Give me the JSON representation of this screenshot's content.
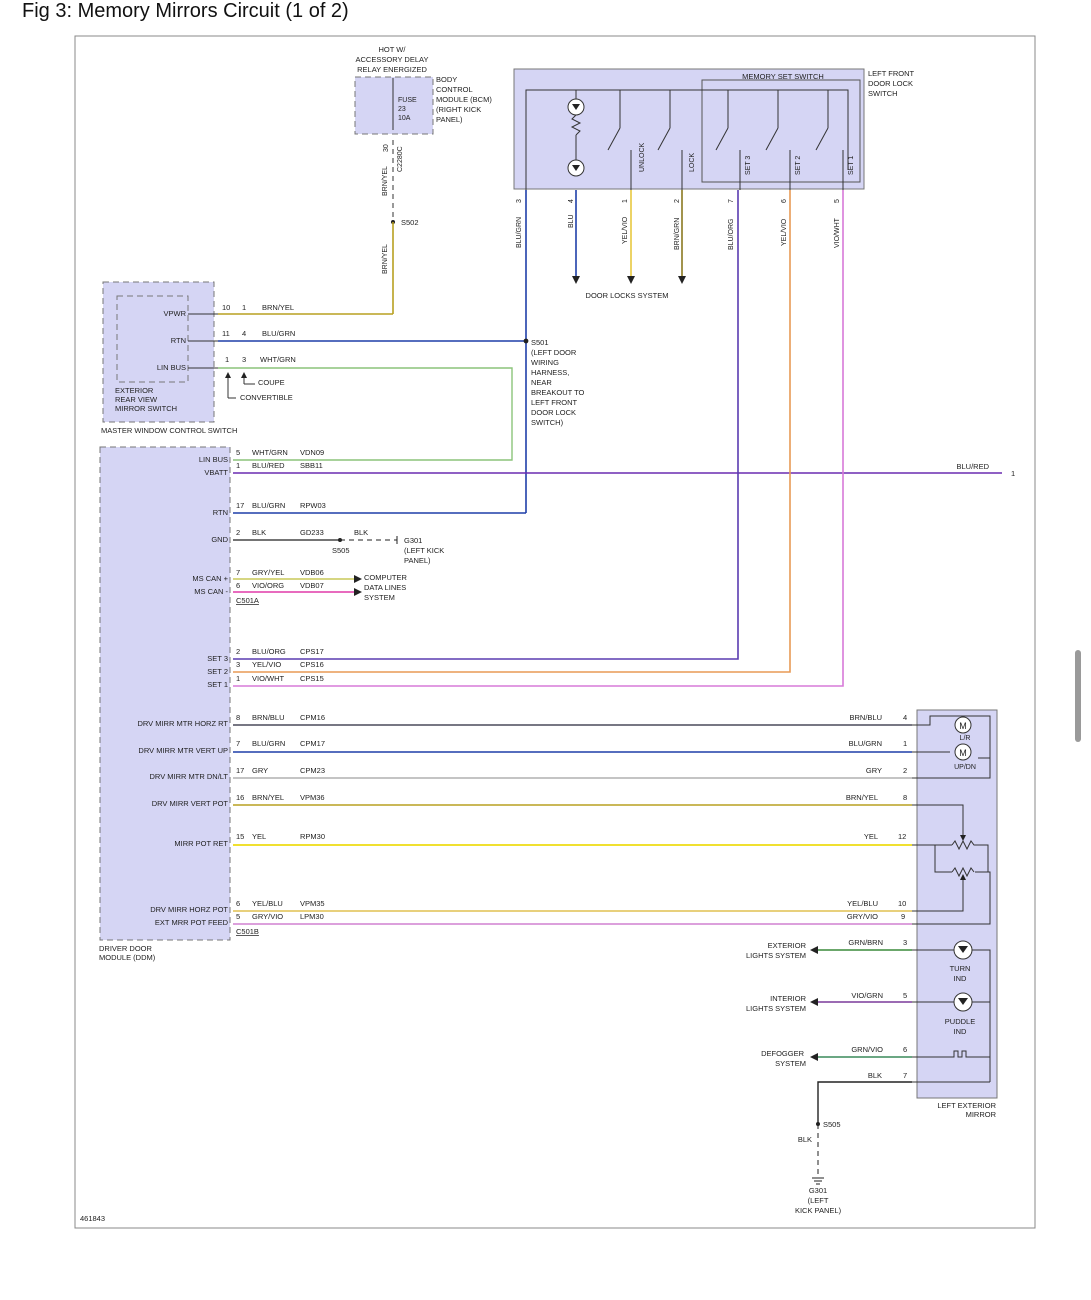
{
  "title": "Fig 3: Memory Mirrors Circuit (1 of 2)",
  "figure_number": "461843",
  "bcm": {
    "hot_label": [
      "HOT W/",
      "ACCESSORY DELAY",
      "RELAY ENERGIZED"
    ],
    "fuse": [
      "FUSE",
      "23",
      "10A"
    ],
    "module_label": [
      "BODY",
      "CONTROL",
      "MODULE (BCM)",
      "(RIGHT KICK",
      "PANEL)"
    ],
    "pin": "30",
    "connector": "C2280C",
    "wire": "BRN/YEL",
    "splice": "S502"
  },
  "door_lock_switch": {
    "title": [
      "LEFT FRONT",
      "DOOR LOCK",
      "SWITCH"
    ],
    "memory_set_label": "MEMORY SET SWITCH",
    "internal_labels": [
      "UNLOCK",
      "LOCK",
      "SET 3",
      "SET 2",
      "SET 1"
    ],
    "pins": [
      {
        "pin": "3",
        "wire": "BLU/GRN"
      },
      {
        "pin": "4",
        "wire": "BLU"
      },
      {
        "pin": "1",
        "wire": "YEL/VIO"
      },
      {
        "pin": "2",
        "wire": "BRN/GRN"
      },
      {
        "pin": "7",
        "wire": "BLU/ORG"
      },
      {
        "pin": "6",
        "wire": "YEL/VIO"
      },
      {
        "pin": "5",
        "wire": "VIO/WHT"
      }
    ],
    "door_locks_system": "DOOR LOCKS SYSTEM"
  },
  "master_window_switch": {
    "title": "MASTER WINDOW CONTROL SWITCH",
    "sub_label": [
      "EXTERIOR",
      "REAR VIEW",
      "MIRROR SWITCH"
    ],
    "rows": [
      {
        "label": "VPWR",
        "pin_a": "10",
        "pin_b": "1",
        "wire": "BRN/YEL"
      },
      {
        "label": "RTN",
        "pin_a": "11",
        "pin_b": "4",
        "wire": "BLU/GRN"
      },
      {
        "label": "LIN BUS",
        "pin_a": "1",
        "pin_b": "3",
        "wire": "WHT/GRN"
      }
    ],
    "coupe": "COUPE",
    "convertible": "CONVERTIBLE"
  },
  "splice_s501": [
    "S501",
    "(LEFT DOOR",
    "WIRING",
    "HARNESS,",
    "NEAR",
    "BREAKOUT TO",
    "LEFT FRONT",
    "DOOR LOCK",
    "SWITCH)"
  ],
  "ddm": {
    "title": [
      "DRIVER DOOR",
      "MODULE (DDM)"
    ],
    "connector_a": "C501A",
    "connector_b": "C501B",
    "rows_a": [
      {
        "label": "LIN BUS",
        "pin": "5",
        "wire": "WHT/GRN",
        "circuit": "VDN09"
      },
      {
        "label": "VBATT",
        "pin": "1",
        "wire": "BLU/RED",
        "circuit": "SBB11"
      },
      {
        "label": "RTN",
        "pin": "17",
        "wire": "BLU/GRN",
        "circuit": "RPW03"
      },
      {
        "label": "GND",
        "pin": "2",
        "wire": "BLK",
        "circuit": "GD233"
      },
      {
        "label": "MS CAN +",
        "pin": "7",
        "wire": "GRY/YEL",
        "circuit": "VDB06"
      },
      {
        "label": "MS CAN -",
        "pin": "6",
        "wire": "VIO/ORG",
        "circuit": "VDB07"
      },
      {
        "label": "SET 3",
        "pin": "2",
        "wire": "BLU/ORG",
        "circuit": "CPS17"
      },
      {
        "label": "SET 2",
        "pin": "3",
        "wire": "YEL/VIO",
        "circuit": "CPS16"
      },
      {
        "label": "SET 1",
        "pin": "1",
        "wire": "VIO/WHT",
        "circuit": "CPS15"
      }
    ],
    "rows_b": [
      {
        "label": "DRV MIRR MTR HORZ RT",
        "pin": "8",
        "wire": "BRN/BLU",
        "circuit": "CPM16",
        "mirror_pin": "4"
      },
      {
        "label": "DRV MIRR MTR VERT UP",
        "pin": "7",
        "wire": "BLU/GRN",
        "circuit": "CPM17",
        "mirror_pin": "1"
      },
      {
        "label": "DRV MIRR MTR DN/LT",
        "pin": "17",
        "wire": "GRY",
        "circuit": "CPM23",
        "mirror_pin": "2"
      },
      {
        "label": "DRV MIRR VERT POT",
        "pin": "16",
        "wire": "BRN/YEL",
        "circuit": "VPM36",
        "mirror_pin": "8"
      },
      {
        "label": "MIRR POT RET",
        "pin": "15",
        "wire": "YEL",
        "circuit": "RPM30",
        "mirror_pin": "12"
      },
      {
        "label": "DRV MIRR HORZ POT",
        "pin": "6",
        "wire": "YEL/BLU",
        "circuit": "VPM35",
        "mirror_pin": "10"
      },
      {
        "label": "EXT MRR POT FEED",
        "pin": "5",
        "wire": "GRY/VIO",
        "circuit": "LPM30",
        "mirror_pin": "9"
      }
    ],
    "gnd_splice": "S505",
    "gnd_wire": "BLK",
    "gnd_point": [
      "G301",
      "(LEFT KICK",
      "PANEL)"
    ],
    "computer_data": [
      "COMPUTER",
      "DATA LINES",
      "SYSTEM"
    ],
    "vbatt_wire": "BLU/RED",
    "vbatt_ref": "1"
  },
  "left_mirror": {
    "title": [
      "LEFT EXTERIOR",
      "MIRROR"
    ],
    "motor_labels": [
      "L/R",
      "UP/DN"
    ],
    "turn_ind": [
      "TURN",
      "IND"
    ],
    "puddle_ind": [
      "PUDDLE",
      "IND"
    ],
    "outputs": [
      {
        "system": [
          "EXTERIOR",
          "LIGHTS SYSTEM"
        ],
        "wire": "GRN/BRN",
        "pin": "3"
      },
      {
        "system": [
          "INTERIOR",
          "LIGHTS SYSTEM"
        ],
        "wire": "VIO/GRN",
        "pin": "5"
      },
      {
        "system": [
          "DEFOGGER",
          "SYSTEM"
        ],
        "wire": "GRN/VIO",
        "pin": "6"
      }
    ],
    "ground": {
      "wire": "BLK",
      "pin": "7",
      "splice": "S505",
      "wire2": "BLK",
      "point": [
        "G301",
        "(LEFT",
        "KICK PANEL)"
      ]
    }
  },
  "colors": {
    "module_fill": "#d5d5f4",
    "module_border": "#8a8ab5",
    "brn_yel": "#b8a020",
    "blu_grn": "#1f3fa8",
    "wht_grn": "#8cc47a",
    "blu_red": "#6a2bb0",
    "blk": "#222222",
    "gry_yel": "#c8c858",
    "vio_org": "#e03aa8",
    "blu_org": "#5a3cb0",
    "yel_vio": "#e89a55",
    "vio_wht": "#d77ad8",
    "brn_blu": "#4a4a5a",
    "gry": "#b0b0b0",
    "yel": "#f0e030",
    "yel_blu": "#e0c050",
    "gry_vio": "#d080d0",
    "grn_brn": "#3a8a3a",
    "brn_grn": "#8a7a20"
  }
}
